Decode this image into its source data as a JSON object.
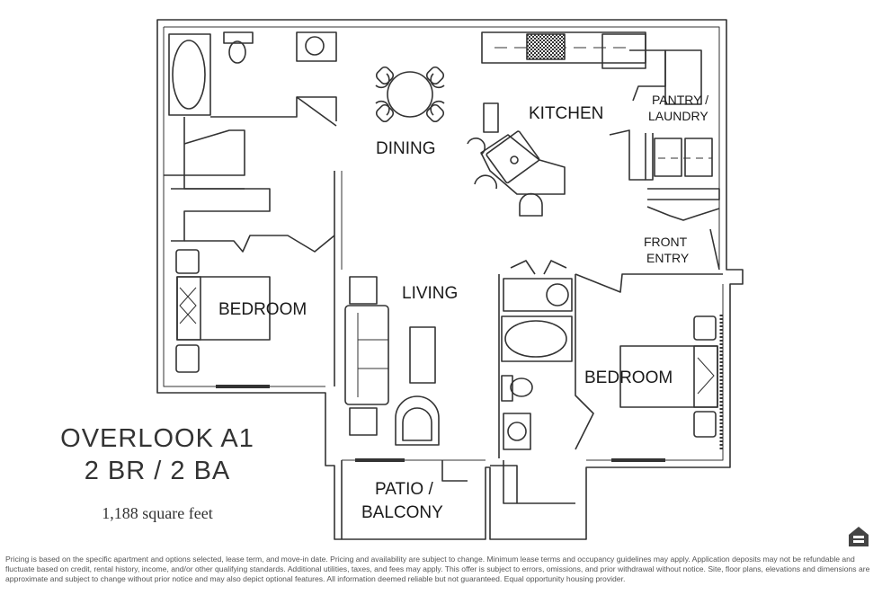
{
  "plan": {
    "name": "OVERLOOK A1",
    "beds_baths": "2 BR / 2 BA",
    "sqft": "1,188 square feet"
  },
  "rooms": {
    "kitchen": "KITCHEN",
    "dining": "DINING",
    "pantry_line1": "PANTRY /",
    "pantry_line2": "LAUNDRY",
    "front_entry_line1": "FRONT",
    "front_entry_line2": "ENTRY",
    "living": "LIVING",
    "bedroom_left": "BEDROOM",
    "bedroom_right": "BEDROOM",
    "patio_line1": "PATIO /",
    "patio_line2": "BALCONY"
  },
  "disclaimer": "Pricing is based on the specific apartment and options selected, lease term, and move-in date. Pricing and availability are subject to change. Minimum lease terms and occupancy guidelines may apply. Application deposits may not be refundable and fluctuate based on credit, rental history, income, and/or other qualifying standards. Additional utilities, taxes, and fees may apply. This offer is subject to errors, omissions, and prior withdrawal without notice. Site, floor plans, elevations and dimensions are approximate and subject to change without prior notice and may also depict optional features. All information deemed reliable but not guaranteed. Equal opportunity housing provider.",
  "icons": {
    "equal_housing": "equal-housing-icon"
  },
  "colors": {
    "wall": "#333333",
    "text": "#1a1a1a",
    "disclaimer": "#555555"
  }
}
